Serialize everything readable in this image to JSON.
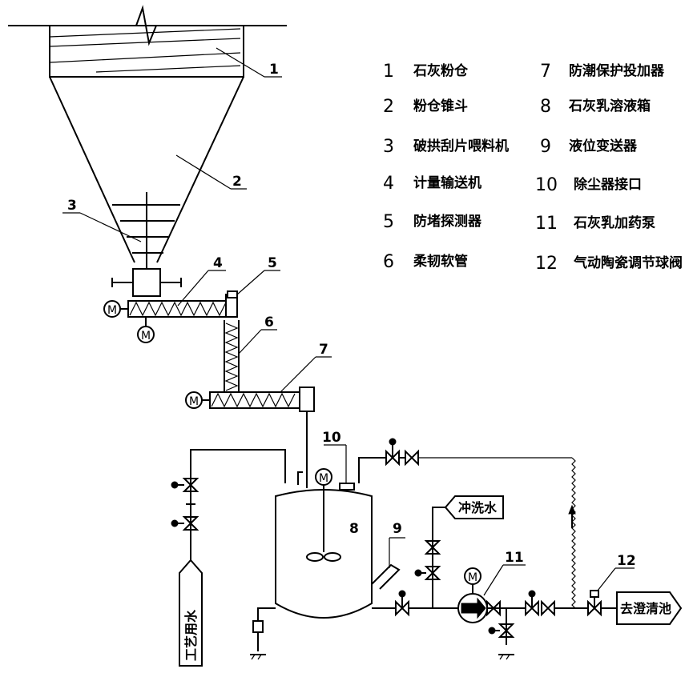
{
  "legend": [
    {
      "num": "1",
      "text": "石灰粉仓"
    },
    {
      "num": "2",
      "text": "粉仓锥斗"
    },
    {
      "num": "3",
      "text": "破拱刮片喂料机"
    },
    {
      "num": "4",
      "text": "计量输送机"
    },
    {
      "num": "5",
      "text": "防堵探测器"
    },
    {
      "num": "6",
      "text": "柔韧软管"
    },
    {
      "num": "7",
      "text": "防潮保护投加器"
    },
    {
      "num": "8",
      "text": "石灰乳溶液箱"
    },
    {
      "num": "9",
      "text": "液位变送器"
    },
    {
      "num": "10",
      "text": "除尘器接口"
    },
    {
      "num": "11",
      "text": "石灰乳加药泵"
    },
    {
      "num": "12",
      "text": "气动陶瓷调节球阀"
    }
  ],
  "callouts": [
    "1",
    "2",
    "3",
    "4",
    "5",
    "6",
    "7",
    "10",
    "8",
    "9",
    "11",
    "12"
  ],
  "motor_letter": "M",
  "labels": {
    "flush_water": "冲洗水",
    "process_water": "工艺用水",
    "to_clarifier": "去澄清池"
  }
}
